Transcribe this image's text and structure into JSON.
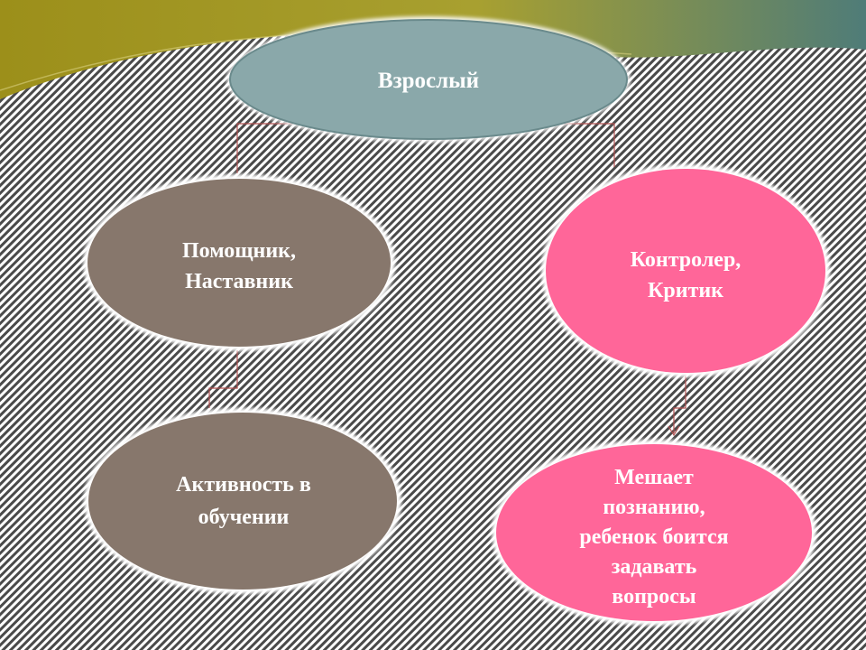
{
  "colors": {
    "background_stripe": "#4a4a4a",
    "adult_fill": "#8aa8aa",
    "helper_fill": "#87776c",
    "controller_fill": "#ff6699",
    "connector": "#b05050",
    "banner_olive": "#a79a20",
    "banner_teal": "#57807a"
  },
  "nodes": {
    "adult": "Взрослый",
    "helper": "Помощник,\nНаставник",
    "controller": "Контролер,\nКритик",
    "activity": "Активность в\nобучении",
    "hinders": "Мешает\nпознанию,\nребенок боится\nзадавать\nвопросы"
  }
}
